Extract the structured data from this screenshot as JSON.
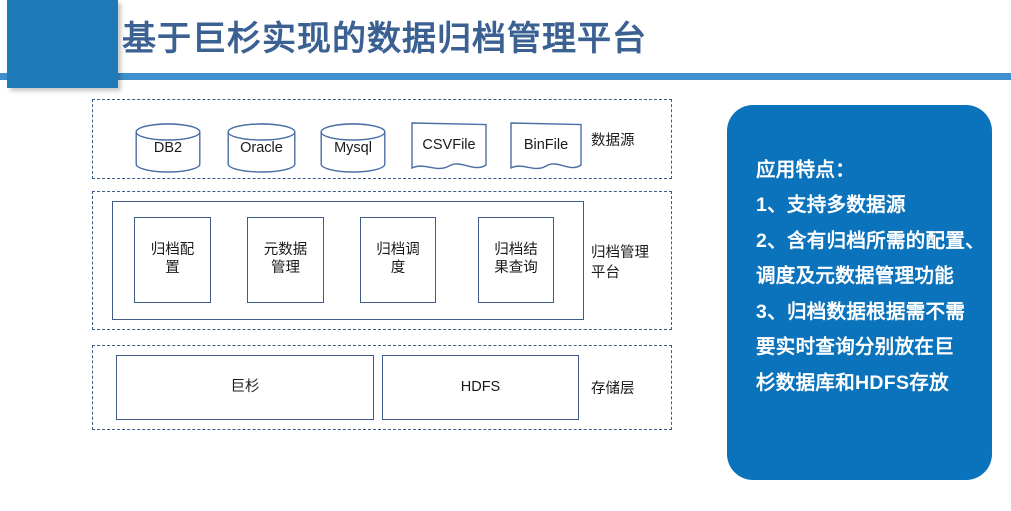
{
  "header": {
    "title": "基于巨杉实现的数据归档管理平台",
    "accent_block_color": "#1F7AB8",
    "rule_color": "#3E90CE",
    "title_color": "#3B6193"
  },
  "diagram": {
    "stroke_color": "#3E5C87",
    "tiers": [
      {
        "id": "data-source",
        "label": "数据源",
        "nodes": [
          {
            "label": "DB2",
            "shape": "cylinder"
          },
          {
            "label": "Oracle",
            "shape": "cylinder"
          },
          {
            "label": "Mysql",
            "shape": "cylinder"
          },
          {
            "label": "CSVFile",
            "shape": "document"
          },
          {
            "label": "BinFile",
            "shape": "document"
          }
        ]
      },
      {
        "id": "archive-platform",
        "label": "归档管理平台",
        "nodes": [
          {
            "label": "归档配置",
            "shape": "rect"
          },
          {
            "label": "元数据管理",
            "shape": "rect"
          },
          {
            "label": "归档调度",
            "shape": "rect"
          },
          {
            "label": "归档结果查询",
            "shape": "rect"
          }
        ]
      },
      {
        "id": "storage",
        "label": "存储层",
        "nodes": [
          {
            "label": "巨杉",
            "shape": "rect"
          },
          {
            "label": "HDFS",
            "shape": "rect"
          }
        ]
      }
    ]
  },
  "panel": {
    "background_color": "#0B72BC",
    "text_color": "#FFFFFF",
    "heading": "应用特点：",
    "lines": [
      "1、支持多数据源",
      "2、含有归档所需的配置、",
      "调度及元数据管理功能",
      "3、归档数据根据需不需",
      "要实时查询分别放在巨",
      "杉数据库和HDFS存放"
    ]
  }
}
